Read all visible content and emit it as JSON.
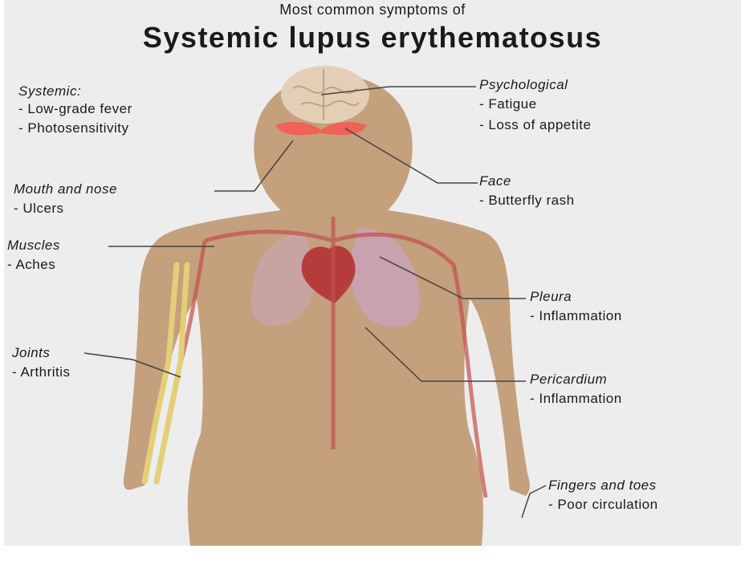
{
  "title": {
    "subtitle": "Most common symptoms of",
    "main": "Systemic lupus erythematosus"
  },
  "labels": {
    "systemic": {
      "heading": "Systemic:",
      "items": [
        "- Low-grade fever",
        "- Photosensitivity"
      ]
    },
    "psychological": {
      "heading": "Psychological",
      "items": [
        "- Fatigue",
        "- Loss of appetite"
      ]
    },
    "mouth_nose": {
      "heading": "Mouth and nose",
      "items": [
        "- Ulcers"
      ]
    },
    "face": {
      "heading": "Face",
      "items": [
        "- Butterfly rash"
      ]
    },
    "muscles": {
      "heading": "Muscles",
      "items": [
        "- Aches"
      ]
    },
    "pleura": {
      "heading": "Pleura",
      "items": [
        "- Inflammation"
      ]
    },
    "joints": {
      "heading": "Joints",
      "items": [
        "- Arthritis"
      ]
    },
    "pericardium": {
      "heading": "Pericardium",
      "items": [
        "- Inflammation"
      ]
    },
    "fingers_toes": {
      "heading": "Fingers and toes",
      "items": [
        "- Poor circulation"
      ]
    }
  },
  "colors": {
    "background": "#ededed",
    "body": "#c4a07d",
    "rash": "#ff4c4c",
    "lungs": "#c8a5a5",
    "heart": "#b63c3c",
    "bone": "#e3cf78",
    "line": "#444444"
  }
}
